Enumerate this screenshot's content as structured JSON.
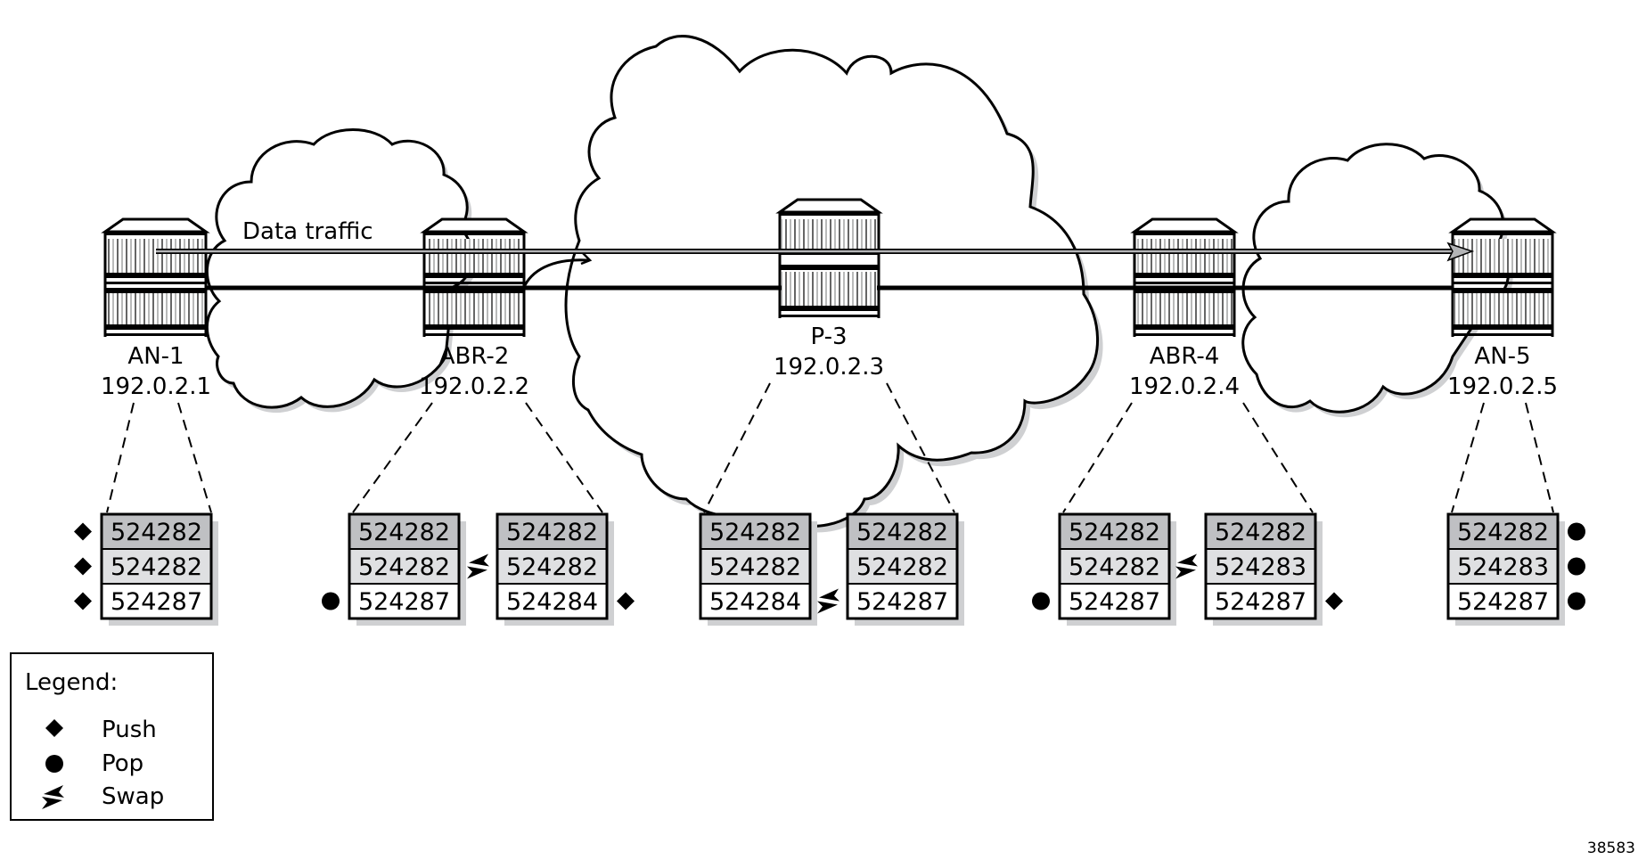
{
  "diagram": {
    "traffic_label": "Data traffic",
    "figure_number": "38583",
    "colors": {
      "outline": "#000000",
      "shadow": "#cfd0d2",
      "row_top": "#bfc0c3",
      "row_mid": "#dfe0e2",
      "row_bottom": "#ffffff",
      "traffic_arrow": "#b3b4b6"
    },
    "routers": [
      {
        "id": "an1",
        "name": "AN-1",
        "ip": "192.0.2.1"
      },
      {
        "id": "abr2",
        "name": "ABR-2",
        "ip": "192.0.2.2"
      },
      {
        "id": "p3",
        "name": "P-3",
        "ip": "192.0.2.3"
      },
      {
        "id": "abr4",
        "name": "ABR-4",
        "ip": "192.0.2.4"
      },
      {
        "id": "an5",
        "name": "AN-5",
        "ip": "192.0.2.5"
      }
    ],
    "label_stacks": [
      {
        "router": "AN-1",
        "side": "single",
        "labels": [
          "524282",
          "524282",
          "524287"
        ],
        "ops_left": [
          "push",
          "push",
          "push"
        ],
        "ops_right": [
          null,
          null,
          null
        ]
      },
      {
        "router": "ABR-2",
        "side": "in",
        "labels": [
          "524282",
          "524282",
          "524287"
        ],
        "ops_left": [
          null,
          null,
          "pop"
        ],
        "ops_right": [
          null,
          null,
          null
        ]
      },
      {
        "router": "ABR-2",
        "side": "out",
        "labels": [
          "524282",
          "524282",
          "524284"
        ],
        "ops_left": [
          null,
          "swap",
          null
        ],
        "ops_right": [
          null,
          null,
          "push"
        ]
      },
      {
        "router": "P-3",
        "side": "in",
        "labels": [
          "524282",
          "524282",
          "524284"
        ],
        "ops_left": [
          null,
          null,
          null
        ],
        "ops_right": [
          null,
          null,
          null
        ]
      },
      {
        "router": "P-3",
        "side": "out",
        "labels": [
          "524282",
          "524282",
          "524287"
        ],
        "ops_left": [
          null,
          null,
          "swap"
        ],
        "ops_right": [
          null,
          null,
          null
        ]
      },
      {
        "router": "ABR-4",
        "side": "in",
        "labels": [
          "524282",
          "524282",
          "524287"
        ],
        "ops_left": [
          null,
          null,
          "pop"
        ],
        "ops_right": [
          null,
          null,
          null
        ]
      },
      {
        "router": "ABR-4",
        "side": "out",
        "labels": [
          "524282",
          "524283",
          "524287"
        ],
        "ops_left": [
          null,
          "swap",
          null
        ],
        "ops_right": [
          null,
          null,
          "push"
        ]
      },
      {
        "router": "AN-5",
        "side": "single",
        "labels": [
          "524282",
          "524283",
          "524287"
        ],
        "ops_left": [
          null,
          null,
          null
        ],
        "ops_right": [
          "pop",
          "pop",
          "pop"
        ]
      }
    ],
    "legend": {
      "title": "Legend:",
      "items": [
        {
          "symbol": "push-diamond",
          "label": "Push"
        },
        {
          "symbol": "pop-circle",
          "label": "Pop"
        },
        {
          "symbol": "swap-arrows",
          "label": "Swap"
        }
      ]
    }
  }
}
